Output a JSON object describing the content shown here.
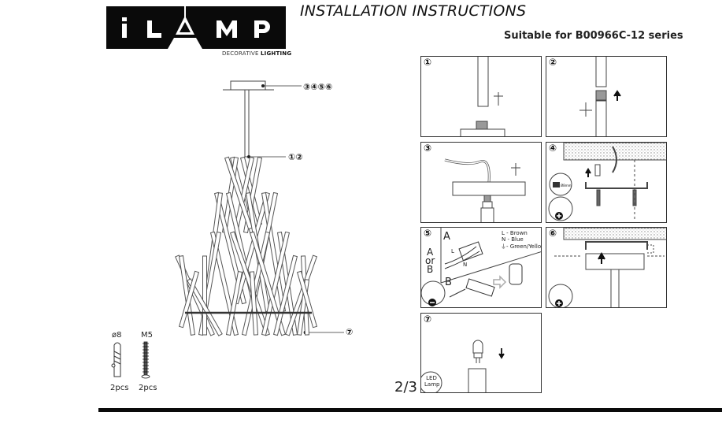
{
  "header": {
    "brand_letters": [
      "i",
      "L",
      "A",
      "M",
      "P"
    ],
    "brand_tagline_regular": "DECORATIVE ",
    "brand_tagline_bold": "LIGHTING",
    "title": "INSTALLATION  INSTRUCTIONS",
    "subtitle": "Suitable for B00966C-12 series"
  },
  "diagram": {
    "callouts": {
      "canopy": "③④⑤⑥",
      "rod_joint": "①②",
      "bulb": "⑦"
    }
  },
  "hardware": [
    {
      "spec": "ø8",
      "name": "wall-plug",
      "qty": "2pcs"
    },
    {
      "spec": "M5",
      "name": "screw",
      "qty": "2pcs"
    }
  ],
  "steps": [
    {
      "number": "①"
    },
    {
      "number": "②"
    },
    {
      "number": "③"
    },
    {
      "number": "④",
      "drill_label": "Ø8mm"
    },
    {
      "number": "⑤",
      "option_a": "A",
      "option_or": "A\nor\nB",
      "option_b": "B",
      "wiring": [
        {
          "code": "L",
          "color": "Brown"
        },
        {
          "code": "N",
          "color": "Blue"
        },
        {
          "code": "⏚",
          "color": "Green/Yellow"
        }
      ],
      "wire_L": "L",
      "wire_N": "N"
    },
    {
      "number": "⑥"
    },
    {
      "number": "⑦",
      "lamp_label": "LED Lamp"
    }
  ],
  "footer": {
    "page": "2/3"
  }
}
